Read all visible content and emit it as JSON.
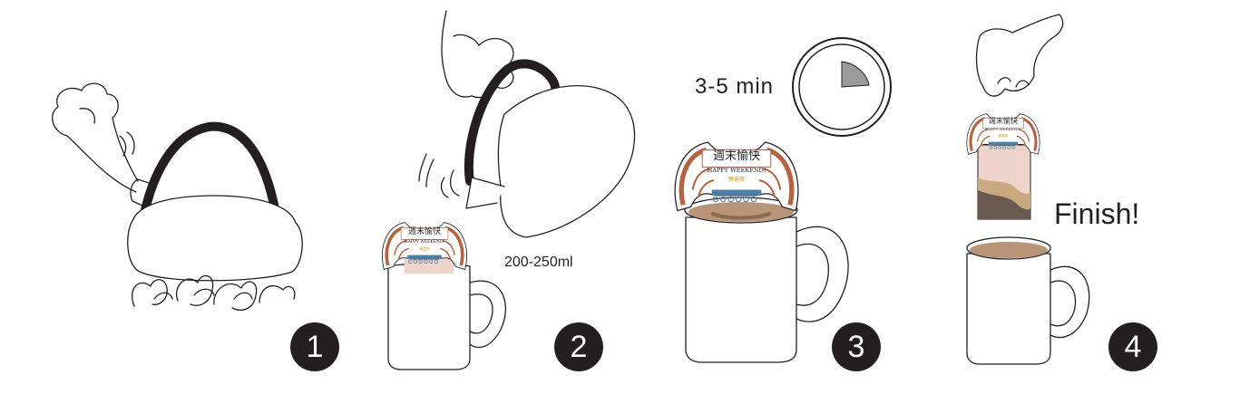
{
  "steps": [
    {
      "number": "1"
    },
    {
      "number": "2",
      "volume": "200-250ml"
    },
    {
      "number": "3",
      "time": "3-5 min"
    },
    {
      "number": "4",
      "finish": "Finish!"
    }
  ],
  "bag_label": {
    "chinese": "週末愉快",
    "english": "HAPPY WEEKEND!",
    "brand": "臻選茶"
  },
  "colors": {
    "ink": "#231f20",
    "tea": "#b89576",
    "tea_dark": "#8b6a4e",
    "wing": "#b8613c",
    "bag_pink": "#efd4cc",
    "timer_wedge": "#9b9b9b"
  }
}
